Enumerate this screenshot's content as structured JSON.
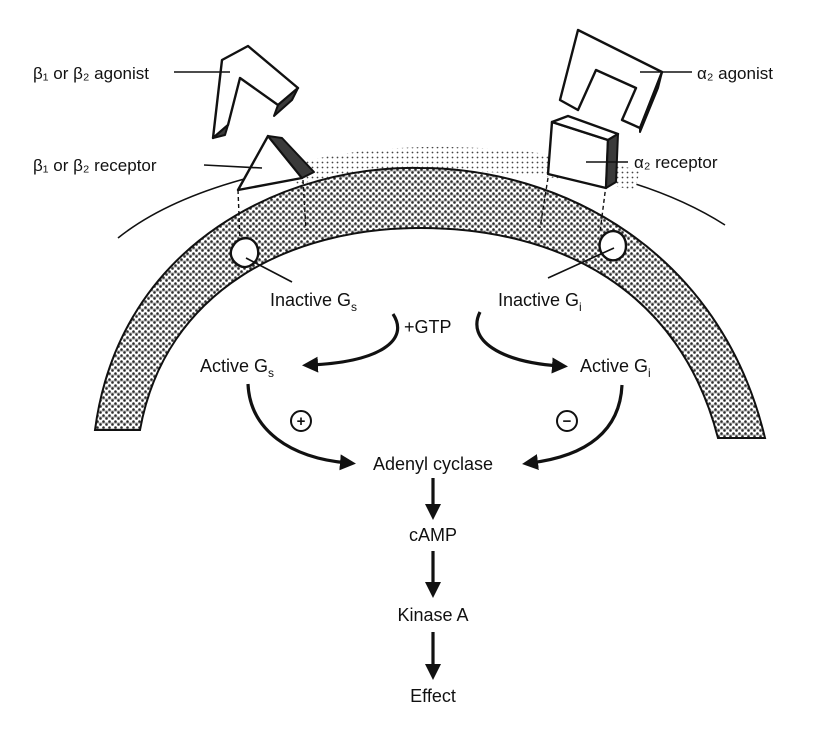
{
  "labels": {
    "beta_agonist": "β₁ or β₂ agonist",
    "beta_receptor": "β₁ or β₂ receptor",
    "alpha_agonist": "α₂ agonist",
    "alpha_receptor": "α₂ receptor",
    "inactive_gs_text": "Inactive G",
    "inactive_gs_sub": "s",
    "inactive_gi_text": "Inactive G",
    "inactive_gi_sub": "i",
    "gtp": "+GTP",
    "active_gs_text": "Active G",
    "active_gs_sub": "s",
    "active_gi_text": "Active G",
    "active_gi_sub": "i",
    "plus_symbol": "+",
    "minus_symbol": "−",
    "adenyl_cyclase": "Adenyl cyclase",
    "camp": "cAMP",
    "kinase_a": "Kinase A",
    "effect": "Effect"
  },
  "colors": {
    "ink": "#111111",
    "membrane_stipple": "#2b2b2b",
    "background": "#ffffff"
  }
}
